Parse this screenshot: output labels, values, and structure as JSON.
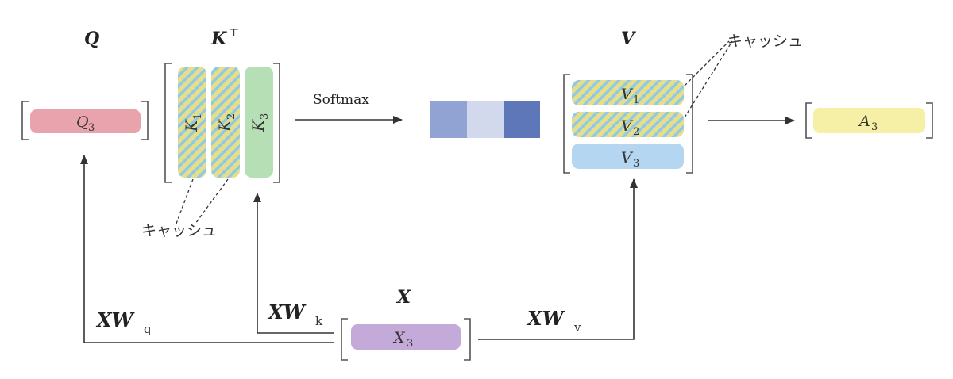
{
  "labels": {
    "Q": "Q",
    "K": "K",
    "K_sup": "⊤",
    "V": "V",
    "X": "X",
    "softmax": "Softmax",
    "cache": "キャッシュ"
  },
  "cells": {
    "q3": {
      "main": "Q",
      "sub": "3"
    },
    "k1": {
      "main": "K",
      "sub": "1"
    },
    "k2": {
      "main": "K",
      "sub": "2"
    },
    "k3": {
      "main": "K",
      "sub": "3"
    },
    "v1": {
      "main": "V",
      "sub": "1"
    },
    "v2": {
      "main": "V",
      "sub": "2"
    },
    "v3": {
      "main": "V",
      "sub": "3"
    },
    "a3": {
      "main": "A",
      "sub": "3"
    },
    "x3": {
      "main": "X",
      "sub": "3"
    }
  },
  "edges": {
    "xwq": {
      "main": "XW",
      "sub": "q"
    },
    "xwk": {
      "main": "XW",
      "sub": "k"
    },
    "xwv": {
      "main": "XW",
      "sub": "v"
    }
  },
  "colors": {
    "query_pink": "#e9a3ad",
    "key_green": "#b7dfb6",
    "cache_yellow": "#e6de8a",
    "cache_stripe": "#8ecae6",
    "value_blue": "#b4d6f0",
    "output_yellow": "#f5f0a5",
    "input_purple": "#c4aad8",
    "softmax_1": "#90a3d2",
    "softmax_2": "#d3d9ec",
    "softmax_3": "#5e77b9"
  }
}
